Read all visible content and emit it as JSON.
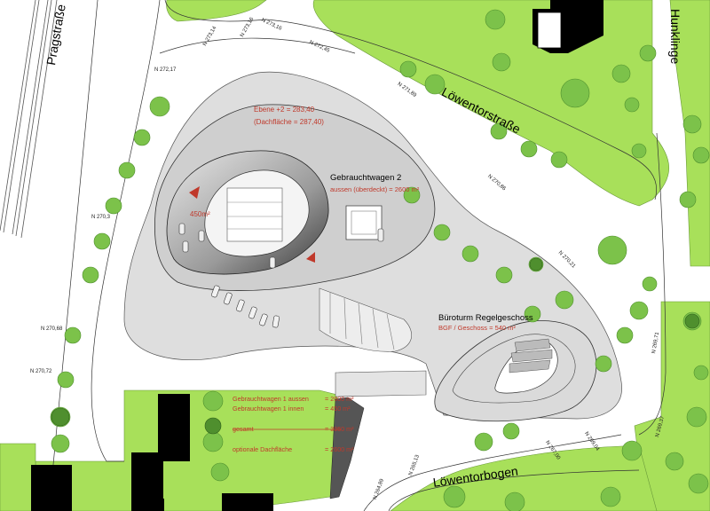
{
  "streets": {
    "prag": "Pragstraße",
    "loewentor": "Löwentorstraße",
    "hunklinge": "Hunklinge",
    "loewentorbogen": "Löwentorbogen"
  },
  "levels": {
    "n272_17": "N 272,17",
    "n273_14": "N 273,14",
    "n273_16": "N 273,16",
    "n273_16b": "N 273,16",
    "n272_45": "N 272,45",
    "n271_89": "N 271,89",
    "n270_86": "N 270,86",
    "n270_21": "N 270,21",
    "n269_71": "N 269,71",
    "n269_37": "N 269,37",
    "n269_04": "N 269,04",
    "n267_00": "N 267,00",
    "n265_13": "N 265,13",
    "n264_89": "N 264,89",
    "n270_3": "N 270,3",
    "n270_68": "N 270,68",
    "n270_72": "N 270,72"
  },
  "labels": {
    "ebene": "Ebene +2 = 283,40",
    "dachflaeche": "(Dachfläche = 287,40)",
    "gw2_title": "Gebrauchtwagen 2",
    "gw2_sub": "aussen (überdeckt) = 2600 m²",
    "area450": "450m²",
    "buero_title": "Büroturm Regelgeschoss",
    "buero_sub": "BGF / Geschoss = 540 m²"
  },
  "summary": [
    {
      "label": "Gebrauchtwagen 1 aussen",
      "value": "= 2600 m²"
    },
    {
      "label": "Gebrauchtwagen 1 innen",
      "value": "=   450 m²"
    },
    {
      "label": "gesamt",
      "value": "= 3050 m²"
    },
    {
      "label": "optionale Dachfläche",
      "value": "= 2600 m²"
    }
  ],
  "colors": {
    "green": "#a8e05a",
    "tree": "#7cc24a",
    "tree_dark": "#4f8f2e",
    "paving": "#dedede",
    "building": "#000000",
    "red": "#c0392b"
  }
}
